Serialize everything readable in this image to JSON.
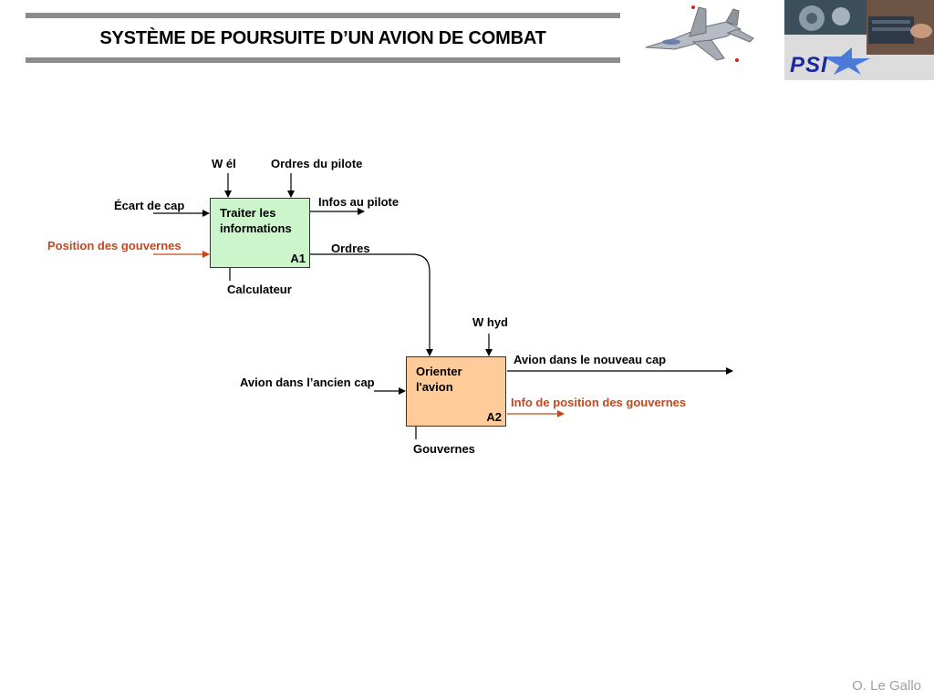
{
  "header": {
    "title": "SYSTÈME DE POURSUITE D’UN AVION DE COMBAT",
    "logo_text": "PSI"
  },
  "diagram": {
    "blocks": [
      {
        "id": "A1",
        "title_lines": [
          "Traiter les",
          "informations"
        ],
        "code": "A1",
        "fill": "#ccf5cc"
      },
      {
        "id": "A2",
        "title_lines": [
          "Orienter",
          "l'avion"
        ],
        "code": "A2",
        "fill": "#ffcc99"
      }
    ],
    "labels": {
      "w_el": "W él",
      "ordres_pilote": "Ordres du pilote",
      "ecart_cap": "Écart de cap",
      "position_gouvernes": "Position des gouvernes",
      "infos_pilote": "Infos au pilote",
      "ordres": "Ordres",
      "calculateur": "Calculateur",
      "w_hyd": "W hyd",
      "ancien_cap": "Avion dans l’ancien cap",
      "nouveau_cap": "Avion dans le nouveau cap",
      "info_position": "Info de position des gouvernes",
      "gouvernes": "Gouvernes"
    },
    "colors": {
      "line": "#000000",
      "feedback": "#c8461c"
    }
  },
  "footer": {
    "author": "O. Le Gallo"
  }
}
